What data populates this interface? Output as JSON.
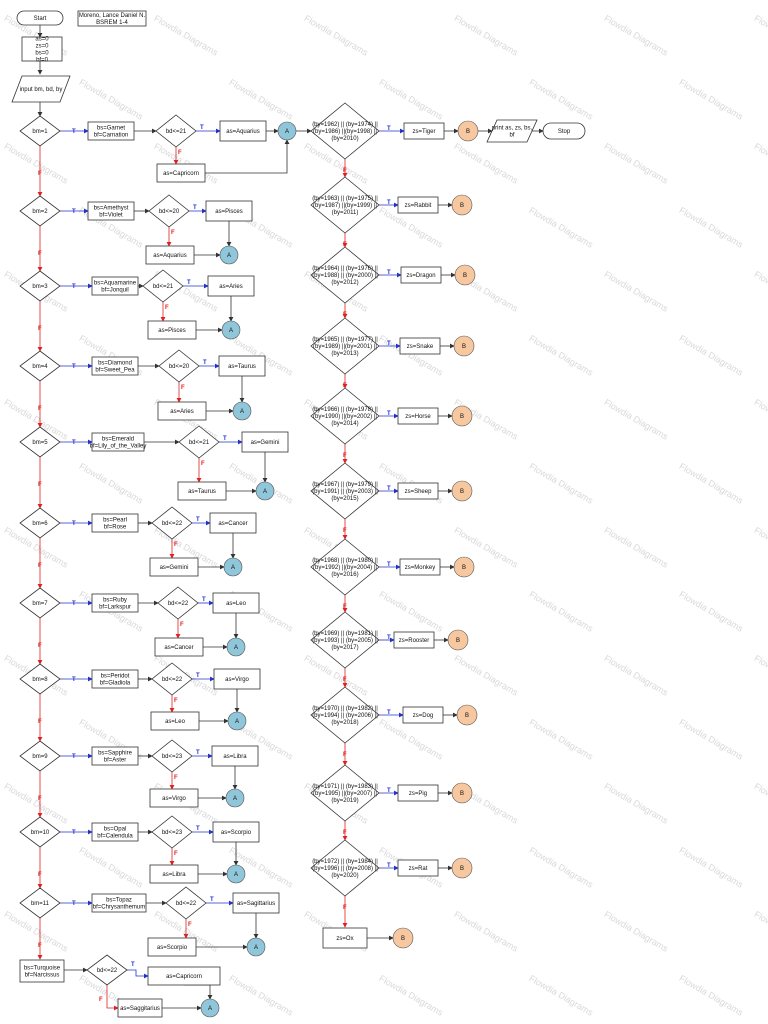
{
  "header": {
    "start": "Start",
    "author_line1": "Moreno, Lance Daniel N.",
    "author_line2": "BSREM 1-4",
    "init_lines": [
      "as=0",
      "zs=0",
      "bs=0",
      "bf=0"
    ],
    "input": "input bm, bd, by",
    "output_lines": [
      "print as, zs, bs,",
      "bf"
    ],
    "stop": "Stop"
  },
  "labels": {
    "true": "T",
    "false": "F",
    "connector_a": "A",
    "connector_b": "B"
  },
  "watermark": "Flowdia Diagrams",
  "months": [
    {
      "cond": "bm=1",
      "bs": "bs=Garnet",
      "bf": "bf=Carnation",
      "day": "bd<=21",
      "t": "as=Aquarius",
      "f": "as=Capricorn"
    },
    {
      "cond": "bm=2",
      "bs": "bs=Amethyst",
      "bf": "bf=Violet",
      "day": "bd<=20",
      "t": "as=Pisces",
      "f": "as=Aquarius"
    },
    {
      "cond": "bm=3",
      "bs": "bs=Aquamarine",
      "bf": "bf=Jonquil",
      "day": "bd<=21",
      "t": "as=Aries",
      "f": "as=Pisces"
    },
    {
      "cond": "bm=4",
      "bs": "bs=Diamond",
      "bf": "bf=Sweet_Pea",
      "day": "bd<=20",
      "t": "as=Taurus",
      "f": "as=Aries"
    },
    {
      "cond": "bm=5",
      "bs": "bs=Emerald",
      "bf": "bf=Lily_of_the_Valley",
      "day": "bd<=21",
      "t": "as=Gemini",
      "f": "as=Taurus"
    },
    {
      "cond": "bm=6",
      "bs": "bs=Pearl",
      "bf": "bf=Rose",
      "day": "bd<=22",
      "t": "as=Cancer",
      "f": "as=Gemini"
    },
    {
      "cond": "bm=7",
      "bs": "bs=Ruby",
      "bf": "bf=Larkspur",
      "day": "bd<=22",
      "t": "as=Leo",
      "f": "as=Cancer"
    },
    {
      "cond": "bm=8",
      "bs": "bs=Peridot",
      "bf": "bf=Gladiola",
      "day": "bd<=22",
      "t": "as=Virgo",
      "f": "as=Leo"
    },
    {
      "cond": "bm=9",
      "bs": "bs=Sapphire",
      "bf": "bf=Aster",
      "day": "bd<=23",
      "t": "as=Libra",
      "f": "as=Virgo"
    },
    {
      "cond": "bm=10",
      "bs": "bs=Opal",
      "bf": "bf=Calendula",
      "day": "bd<=23",
      "t": "as=Scorpio",
      "f": "as=Libra"
    },
    {
      "cond": "bm=11",
      "bs": "bs=Topaz",
      "bf": "bf=Chrysanthemum",
      "day": "bd<=22",
      "t": "as=Sagittarius",
      "f": "as=Scorpio"
    },
    {
      "cond": "",
      "bs": "bs=Turquoise",
      "bf": "bf=Narcissus",
      "day": "bd<=22",
      "t": "as=Capricorn",
      "f": "as=Saggitarius"
    }
  ],
  "zodiac": [
    {
      "cond": [
        "(by=1962) || (by=1974) ||",
        "(by=1986) ||(by=1998) ||",
        "(by=2010)"
      ],
      "result": "zs=Tiger"
    },
    {
      "cond": [
        "(by=1963) || (by=1975) ||",
        "(by=1987) ||(by=1999) ||",
        "(by=2011)"
      ],
      "result": "zs=Rabbit"
    },
    {
      "cond": [
        "(by=1964) || (by=1976) ||",
        "(by=1988) || (by=2000) ||",
        "(by=2012)"
      ],
      "result": "zs=Dragon"
    },
    {
      "cond": [
        "(by=1965) || (by=1977) ||",
        "(by=1989) ||(by=2001) ||",
        "(by=2013)"
      ],
      "result": "zs=Snake"
    },
    {
      "cond": [
        "(by=1966) || (by=1978) ||",
        "(by=1990) ||(by=2002) ||",
        "(by=2014)"
      ],
      "result": "zs=Horse"
    },
    {
      "cond": [
        "(by=1967) || (by=1979) ||",
        "(by=1991) || (by=2003) ||",
        "(by=2015)"
      ],
      "result": "zs=Sheep"
    },
    {
      "cond": [
        "(by=1968) || (by=1980) ||",
        "(by=1992) ||(by=2004) ||",
        "(by=2016)"
      ],
      "result": "zs=Monkey"
    },
    {
      "cond": [
        "(by=1969) || (by=1981) ||",
        "(by=1993) || (by=2005) ||",
        "(by=2017)"
      ],
      "result": "zs=Rooster"
    },
    {
      "cond": [
        "(by=1970) || (by=1982) ||",
        "(by=1994) || (by=2006) ||",
        "(by=2018)"
      ],
      "result": "zs=Dog"
    },
    {
      "cond": [
        "(by=1971) || (by=1983) ||",
        "(by=1995) ||(by=2007) ||",
        "(by=2019)"
      ],
      "result": "zs=Pig"
    },
    {
      "cond": [
        "(by=1972) || (by=1984) ||",
        "(by=1996) || (by=2008) ||",
        "(by=2020)"
      ],
      "result": "zs=Rat"
    }
  ],
  "zodiac_default": "zs=Ox",
  "colors": {
    "true_arrow": "#2233cc",
    "false_arrow": "#e02020",
    "connector_a": "#8fc6da",
    "connector_b": "#f7c8a0",
    "stroke": "#333333"
  }
}
